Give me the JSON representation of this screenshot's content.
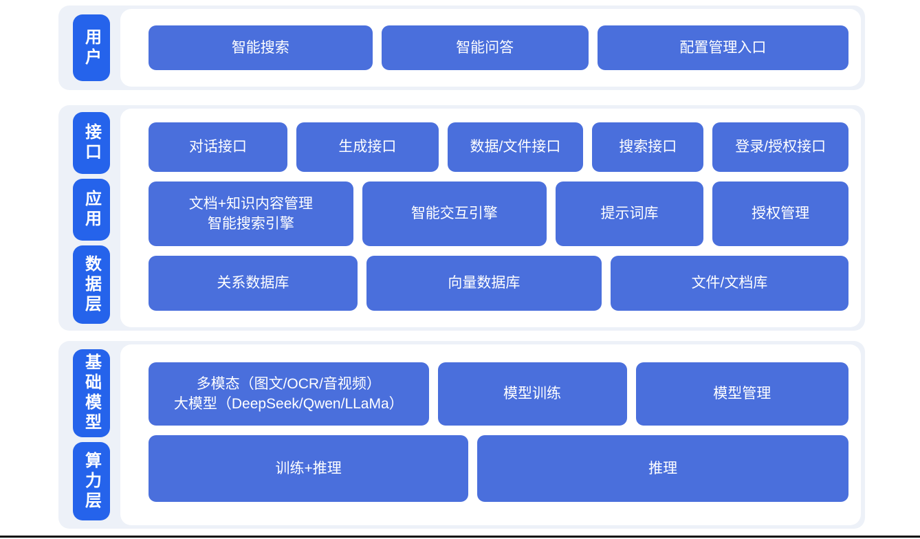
{
  "diagram": {
    "colors": {
      "label_bg": "#2563eb",
      "box_bg": "#4a6fdc",
      "section_bg": "#edf1f8",
      "panel_bg": "#ffffff",
      "box_text": "#ffffff"
    },
    "sections": [
      {
        "id": "user-layer",
        "labels": [
          {
            "text": "用户"
          }
        ],
        "rows": [
          {
            "boxes": [
              {
                "text": "智能搜索"
              },
              {
                "text": "智能问答"
              },
              {
                "text": "配置管理入口"
              }
            ]
          }
        ]
      },
      {
        "id": "interface-app-data-layer",
        "labels": [
          {
            "text": "接口"
          },
          {
            "text": "应用"
          },
          {
            "text": "数据层"
          }
        ],
        "rows": [
          {
            "boxes": [
              {
                "text": "对话接口"
              },
              {
                "text": "生成接口"
              },
              {
                "text": "数据/文件接口"
              },
              {
                "text": "搜索接口"
              },
              {
                "text": "登录/授权接口"
              }
            ]
          },
          {
            "boxes": [
              {
                "text": "文档+知识内容管理\n智能搜索引擎"
              },
              {
                "text": "智能交互引擎"
              },
              {
                "text": "提示词库"
              },
              {
                "text": "授权管理"
              }
            ]
          },
          {
            "boxes": [
              {
                "text": "关系数据库"
              },
              {
                "text": "向量数据库"
              },
              {
                "text": "文件/文档库"
              }
            ]
          }
        ]
      },
      {
        "id": "foundation-compute-layer",
        "labels": [
          {
            "text": "基础模型"
          },
          {
            "text": "算力层"
          }
        ],
        "rows": [
          {
            "boxes": [
              {
                "text": "多模态（图文/OCR/音视频）\n大模型（DeepSeek/Qwen/LLaMa）"
              },
              {
                "text": "模型训练"
              },
              {
                "text": "模型管理"
              }
            ]
          },
          {
            "boxes": [
              {
                "text": "训练+推理"
              },
              {
                "text": "推理"
              }
            ]
          }
        ]
      }
    ]
  }
}
